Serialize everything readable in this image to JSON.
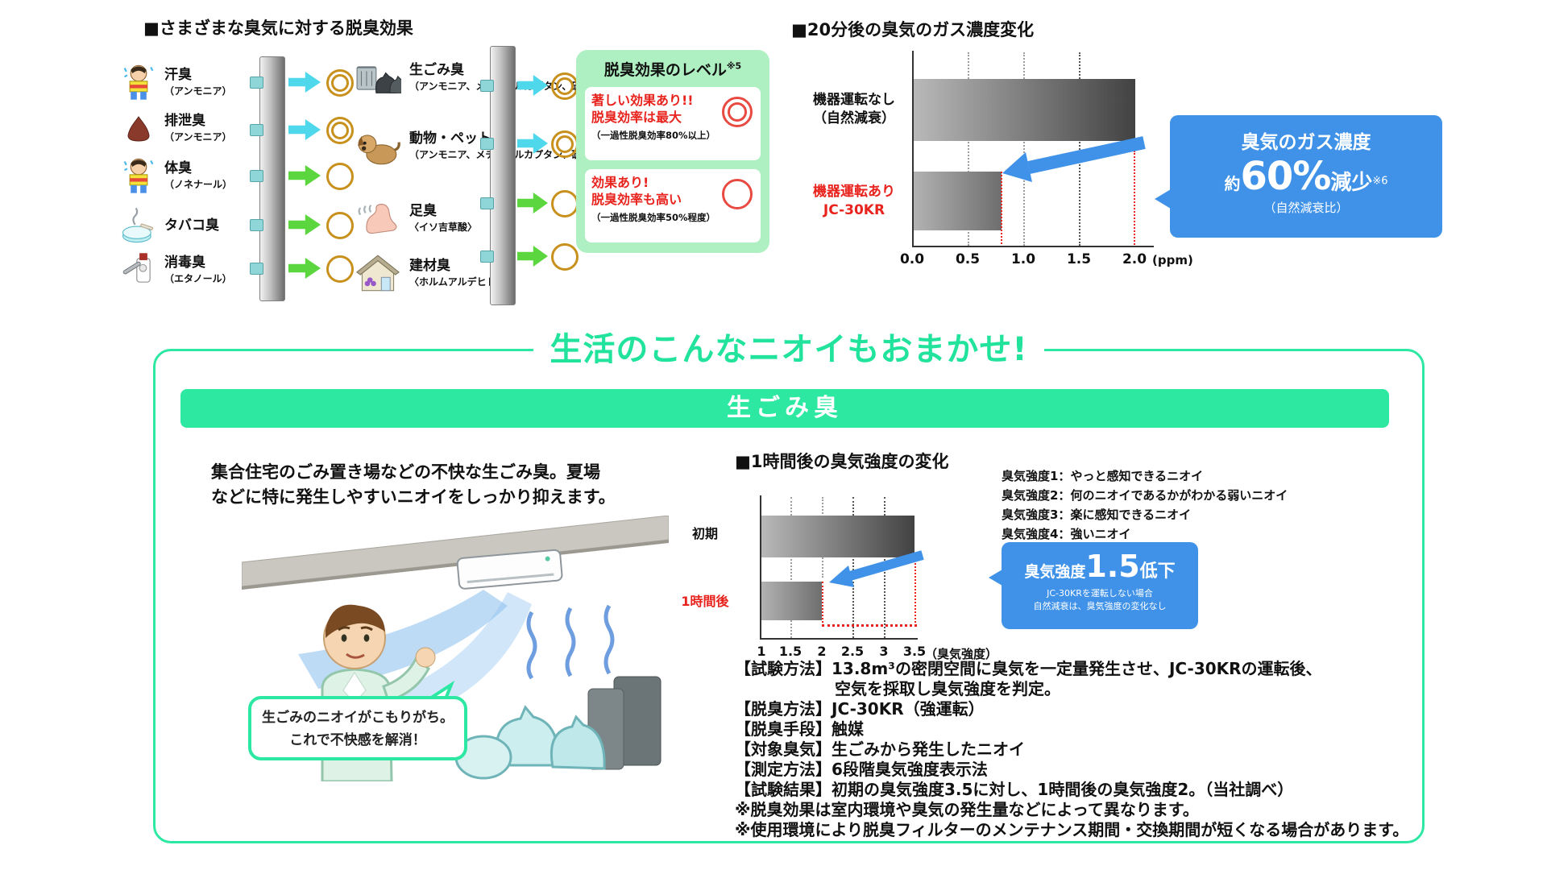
{
  "colors": {
    "accent_green": "#2de8a2",
    "legend_bg": "#aff0c2",
    "callout_blue": "#3f92e8",
    "alert_red": "#e8231d",
    "cyan_arrow": "#4fd8ec",
    "green_arrow": "#5cd63f",
    "result_ring": "#c8901c"
  },
  "section1": {
    "title": "■さまざまな臭気に対する脱臭効果",
    "left_rows": [
      {
        "icon": "sweat-odor-icon",
        "label": "汗臭",
        "sub": "（アンモニア）",
        "arrow": "cyan",
        "result": "double"
      },
      {
        "icon": "excrement-odor-icon",
        "label": "排泄臭",
        "sub": "（アンモニア）",
        "arrow": "cyan",
        "result": "double"
      },
      {
        "icon": "body-odor-icon",
        "label": "体臭",
        "sub": "（ノネナール）",
        "arrow": "green",
        "result": "single"
      },
      {
        "icon": "tobacco-odor-icon",
        "label": "タバコ臭",
        "sub": "",
        "arrow": "green",
        "result": "single"
      },
      {
        "icon": "disinfectant-odor-icon",
        "label": "消毒臭",
        "sub": "（エタノール）",
        "arrow": "green",
        "result": "single"
      }
    ],
    "right_rows": [
      {
        "icon": "garbage-odor-icon",
        "label": "生ごみ臭",
        "sub": "（アンモニア、メチルメルカプタン、硫化水素）",
        "arrow": "cyan",
        "result": "double"
      },
      {
        "icon": "pet-odor-icon",
        "label": "動物・ペット",
        "sub": "（アンモニア、メチルメルカプタン、硫化水素）",
        "arrow": "cyan",
        "result": "double"
      },
      {
        "icon": "foot-odor-icon",
        "label": "足臭",
        "sub": "〈イソ吉草酸〉",
        "arrow": "green",
        "result": "single"
      },
      {
        "icon": "building-material-odor-icon",
        "label": "建材臭",
        "sub": "〈ホルムアルデヒド〉",
        "arrow": "green",
        "result": "single"
      }
    ],
    "legend": {
      "title": "脱臭効果のレベル",
      "title_note": "※5",
      "items": [
        {
          "line1": "著しい効果あり!!",
          "line2": "脱臭効率は最大",
          "note": "（一過性脱臭効率80%以上）",
          "mark": "double"
        },
        {
          "line1": "効果あり!",
          "line2": "脱臭効率も高い",
          "note": "（一過性脱臭効率50%程度）",
          "mark": "single"
        }
      ]
    }
  },
  "gas_chart": {
    "title": "■20分後の臭気のガス濃度変化",
    "cat1_line1": "機器運転なし",
    "cat1_line2": "（自然減衰）",
    "cat2_line1": "機器運転あり",
    "cat2_line2": "JC-30KR",
    "ticks": [
      "0.0",
      "0.5",
      "1.0",
      "1.5",
      "2.0"
    ],
    "unit": "(ppm)",
    "callout": {
      "line1": "臭気のガス濃度",
      "prefix": "約",
      "big": "60%",
      "suffix": "減少",
      "sup": "※6",
      "line3": "（自然減衰比）"
    }
  },
  "headline": "生活のこんなニオイもおまかせ!",
  "garbage": {
    "banner": "生ごみ臭",
    "desc1": "集合住宅のごみ置き場などの不快な生ごみ臭。夏場",
    "desc2": "などに特に発生しやすいニオイをしっかり抑えます。",
    "bubble1": "生ごみのニオイがこもりがち。",
    "bubble2": "これで不快感を解消！",
    "chart_title": "■1時間後の臭気強度の変化",
    "scale_legend": [
      "臭気強度1：やっと感知できるニオイ",
      "臭気強度2：何のニオイであるかがわかる弱いニオイ",
      "臭気強度3：楽に感知できるニオイ",
      "臭気強度4：強いニオイ"
    ],
    "cat1": "初期",
    "cat2": "1時間後",
    "ticks": [
      "1",
      "1.5",
      "2",
      "2.5",
      "3",
      "3.5"
    ],
    "unit": "（臭気強度）",
    "callout": {
      "label": "臭気強度",
      "big": "1.5",
      "suffix": "低下",
      "sub1": "JC-30KRを運転しない場合",
      "sub2": "自然減衰は、臭気強度の変化なし"
    },
    "notes": [
      "【試験方法】13.8m³の密閉空間に臭気を一定量発生させ、JC-30KRの運転後、",
      "空気を採取し臭気強度を判定。",
      "【脱臭方法】JC-30KR（強運転）",
      "【脱臭手段】触媒",
      "【対象臭気】生ごみから発生したニオイ",
      "【測定方法】6段階臭気強度表示法",
      "【試験結果】初期の臭気強度3.5に対し、1時間後の臭気強度2。（当社調べ）",
      "※脱臭効果は室内環境や臭気の発生量などによって異なります。",
      "※使用環境により脱臭フィルターのメンテナンス期間・交換期間が短くなる場合があります。"
    ]
  },
  "chart_data": [
    {
      "type": "bar",
      "orientation": "horizontal",
      "title": "■20分後の臭気のガス濃度変化",
      "categories": [
        "機器運転なし（自然減衰）",
        "機器運転あり JC-30KR"
      ],
      "values": [
        2.0,
        0.8
      ],
      "xlabel": "(ppm)",
      "xticks": [
        0.0,
        0.5,
        1.0,
        1.5,
        2.0
      ],
      "xlim": [
        0,
        2.2
      ],
      "grid": true,
      "legend_position": "none",
      "annotation": "臭気のガス濃度 約60%減少※6（自然減衰比）"
    },
    {
      "type": "bar",
      "orientation": "horizontal",
      "title": "■1時間後の臭気強度の変化",
      "categories": [
        "初期",
        "1時間後"
      ],
      "values": [
        3.5,
        2
      ],
      "xlabel": "（臭気強度）",
      "xticks": [
        1,
        1.5,
        2,
        2.5,
        3,
        3.5
      ],
      "xlim": [
        1,
        3.6
      ],
      "grid": true,
      "legend_position": "none",
      "annotation": "臭気強度1.5低下 JC-30KRを運転しない場合 自然減衰は、臭気強度の変化なし"
    }
  ]
}
